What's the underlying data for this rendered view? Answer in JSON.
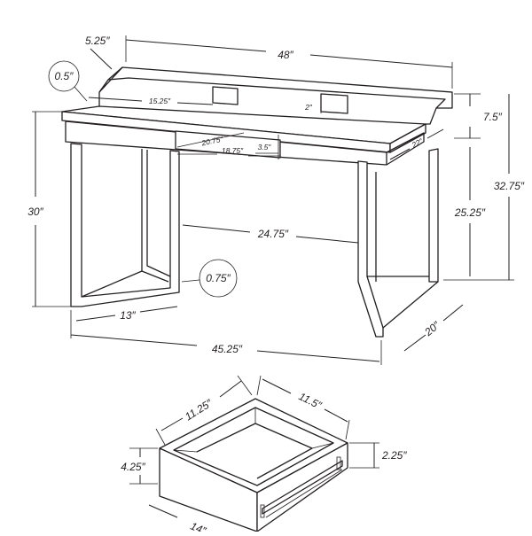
{
  "desk": {
    "width": "48″",
    "depth_top": "5.25″",
    "edge_thickness": "0.5″",
    "shelf_width": "15.25″",
    "riser_height": "2″",
    "riser_total": "7.5″",
    "drawer_opening_width": "20.75″",
    "drawer_opening_inner": "18.75″",
    "drawer_opening_height": "3.5″",
    "depth_side": "22″",
    "overall_height": "32.75″",
    "desk_height": "30″",
    "knee_clearance": "25.25″",
    "leg_gap": "24.75″",
    "leg_thickness": "0.75″",
    "leg_depth": "13″",
    "overall_width": "45.25″",
    "base_depth": "20″"
  },
  "drawer": {
    "inner_width": "11.25″",
    "inner_depth": "11.5″",
    "front_height": "4.25″",
    "side_height": "2.25″",
    "front_width": "14″"
  },
  "colors": {
    "line": "#231f20",
    "background": "#ffffff"
  }
}
